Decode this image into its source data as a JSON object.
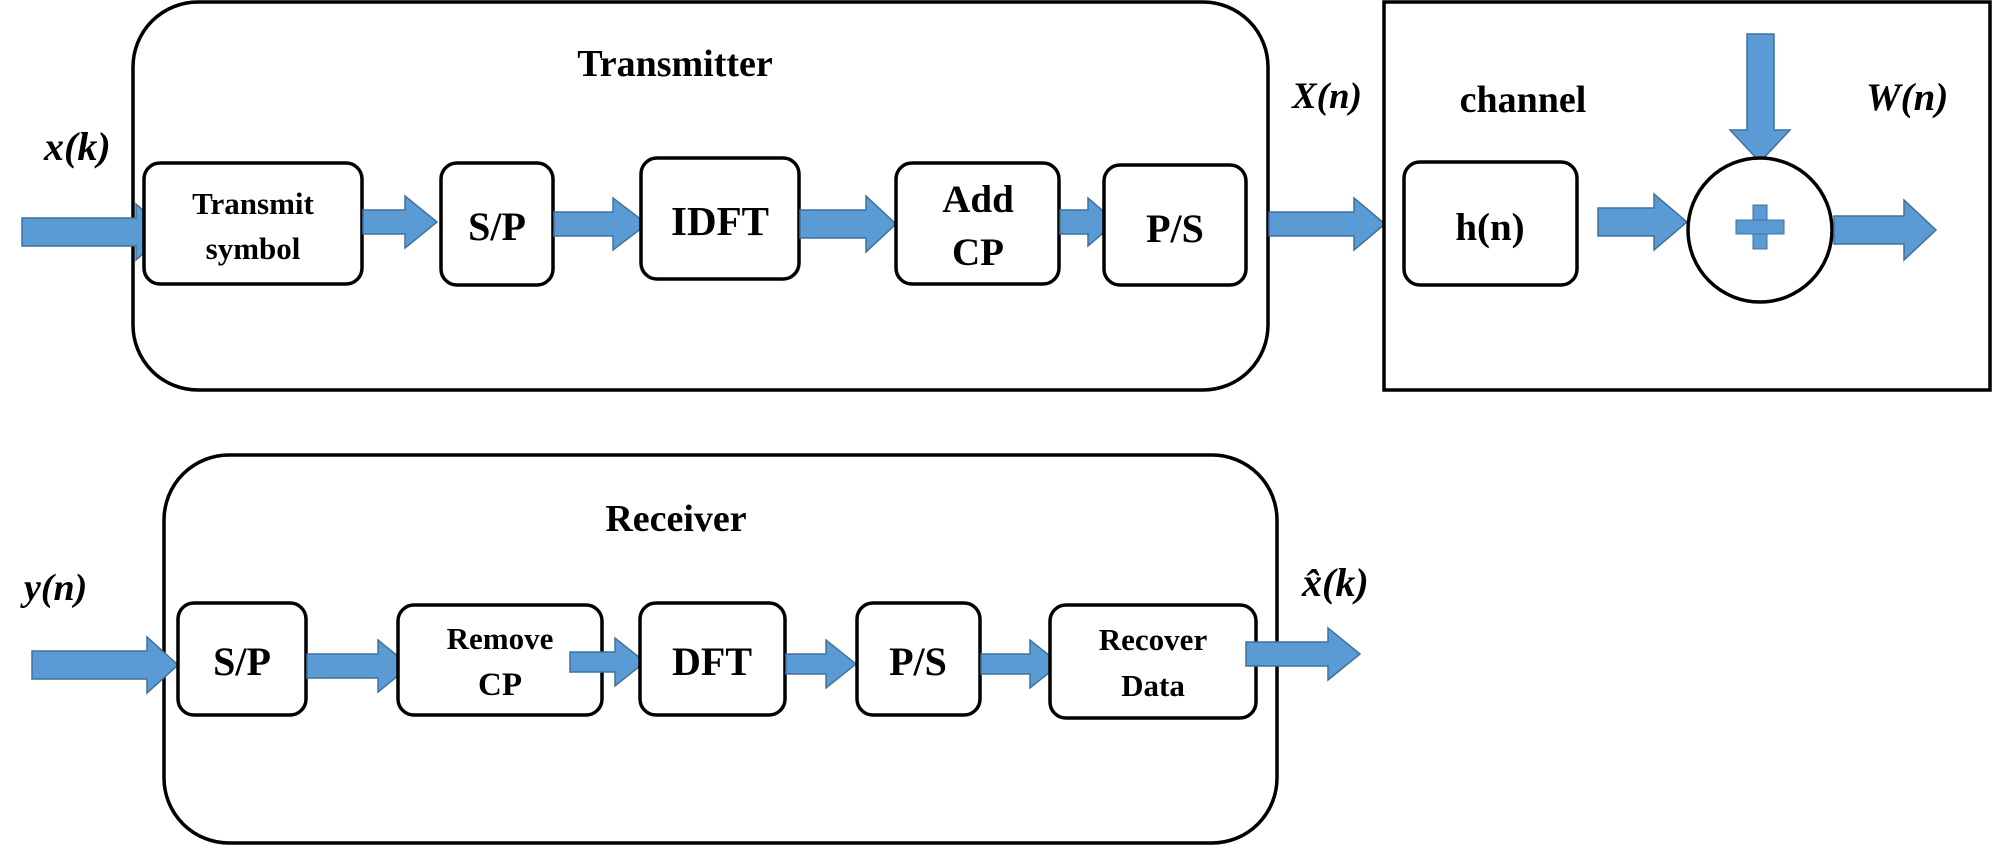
{
  "transmitter": {
    "title": "Transmitter",
    "input_label": "x(k)",
    "output_label": "X(n)",
    "blocks": [
      {
        "line1": "Transmit",
        "line2": "symbol"
      },
      {
        "line1": "S/P",
        "line2": ""
      },
      {
        "line1": "IDFT",
        "line2": ""
      },
      {
        "line1": "Add",
        "line2": "CP"
      },
      {
        "line1": "P/S",
        "line2": ""
      }
    ]
  },
  "channel": {
    "title": "channel",
    "block": "h(n)",
    "noise_label": "W(n)",
    "adder_symbol": "+"
  },
  "receiver": {
    "title": "Receiver",
    "input_label": "y(n)",
    "output_label": "x̂(k)",
    "blocks": [
      {
        "line1": "S/P",
        "line2": ""
      },
      {
        "line1": "Remove",
        "line2": "CP"
      },
      {
        "line1": "DFT",
        "line2": ""
      },
      {
        "line1": "P/S",
        "line2": ""
      },
      {
        "line1": "Recover",
        "line2": "Data"
      }
    ]
  },
  "colors": {
    "arrow_fill": "#5b9bd5",
    "arrow_stroke": "#41719c",
    "box_stroke": "#000000"
  }
}
